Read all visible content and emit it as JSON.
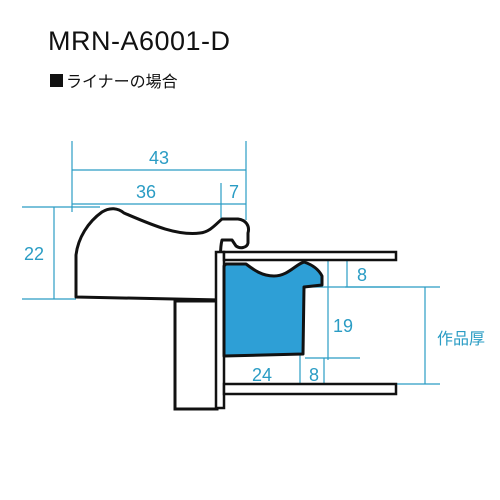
{
  "header": {
    "title": "MRN-A6001-D",
    "subtitle": "ライナーの場合"
  },
  "colors": {
    "dimension": "#2a9cc4",
    "liner": "#2e9fd6",
    "outline": "#111111"
  },
  "dimensions": {
    "total_width": "43",
    "frame_width": "36",
    "lip_width": "7",
    "frame_height": "22",
    "liner_top": "8",
    "liner_height": "19",
    "liner_width": "24",
    "liner_lip": "8",
    "artwork_thickness": "作品厚"
  }
}
